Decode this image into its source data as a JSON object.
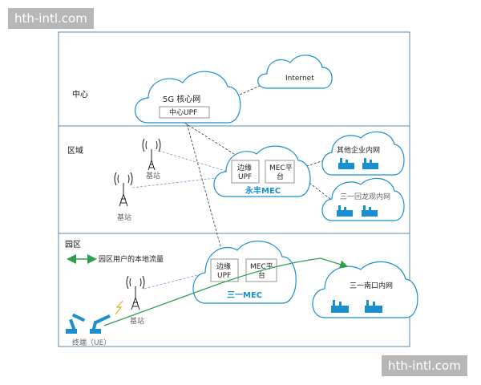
{
  "watermark": "hth-intl.com",
  "zones": {
    "center": "中心",
    "region": "区域",
    "park": "园区"
  },
  "nodes": {
    "core_cloud": "5G 核心网",
    "center_upf": "中心UPF",
    "internet": "Internet",
    "yongfeng_mec": "永丰MEC",
    "sany_mec": "三一MEC",
    "edge_upf_1": "边缘",
    "edge_upf_2": "UPF",
    "mec_platform_1": "MEC平",
    "mec_platform_2": "台",
    "other_enterprise": "其他企业内网",
    "sany_huilongguan": "三一回龙观内网",
    "sany_nankou": "三一南口内网",
    "base_station": "基站",
    "terminal": "终端（UE）"
  },
  "legend": {
    "local_traffic": "园区用户的本地流量"
  },
  "colors": {
    "cloud_stroke": "#1a8fd0",
    "local_traffic": "#2e9e4f",
    "frame": "#5b8aa8"
  }
}
